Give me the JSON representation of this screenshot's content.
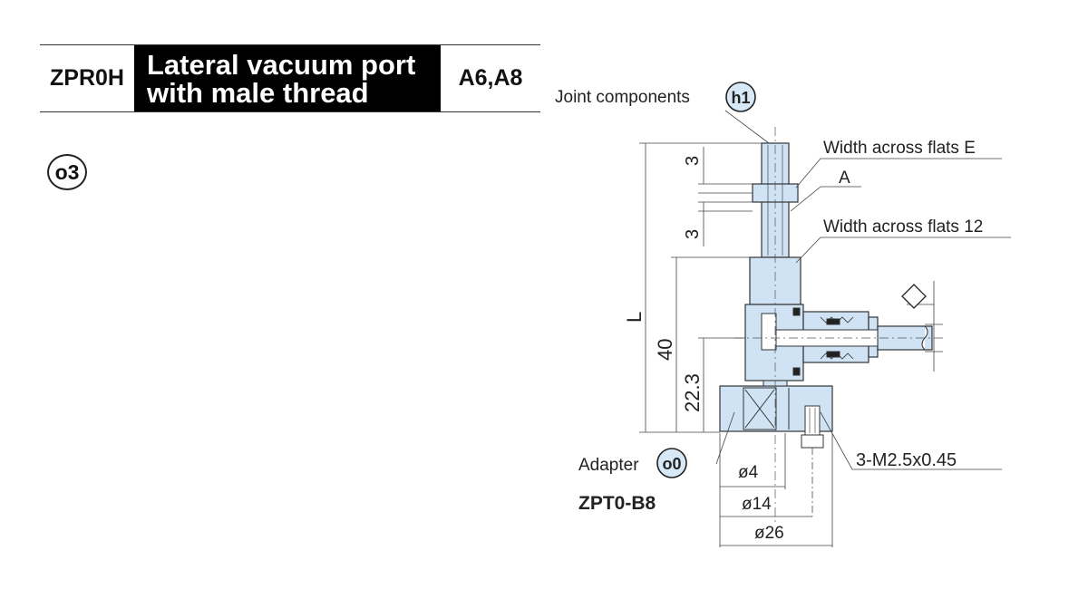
{
  "header": {
    "model_code": "ZPR0H",
    "title_line1": "Lateral vacuum port",
    "title_line2": "with male thread",
    "pad_sizes": "A6,A8"
  },
  "option_badge": "o3",
  "drawing": {
    "joint_label": "Joint components",
    "joint_badge": "h1",
    "flats_e": "Width across flats E",
    "dim_a": "A",
    "flats_12": "Width across flats 12",
    "dim_3_top": "3",
    "dim_3_bottom": "3",
    "dim_l": "L",
    "dim_40": "40",
    "dim_22_3": "22.3",
    "adapter_label": "Adapter",
    "adapter_badge": "o0",
    "adapter_part": "ZPT0-B8",
    "screw_spec": "3-M2.5x0.45",
    "dia_4": "ø4",
    "dia_14": "ø14",
    "dia_26": "ø26"
  },
  "colors": {
    "part_fill": "#cfe3f5",
    "outline": "#333333",
    "badge_fill": "#d7e8f6"
  }
}
